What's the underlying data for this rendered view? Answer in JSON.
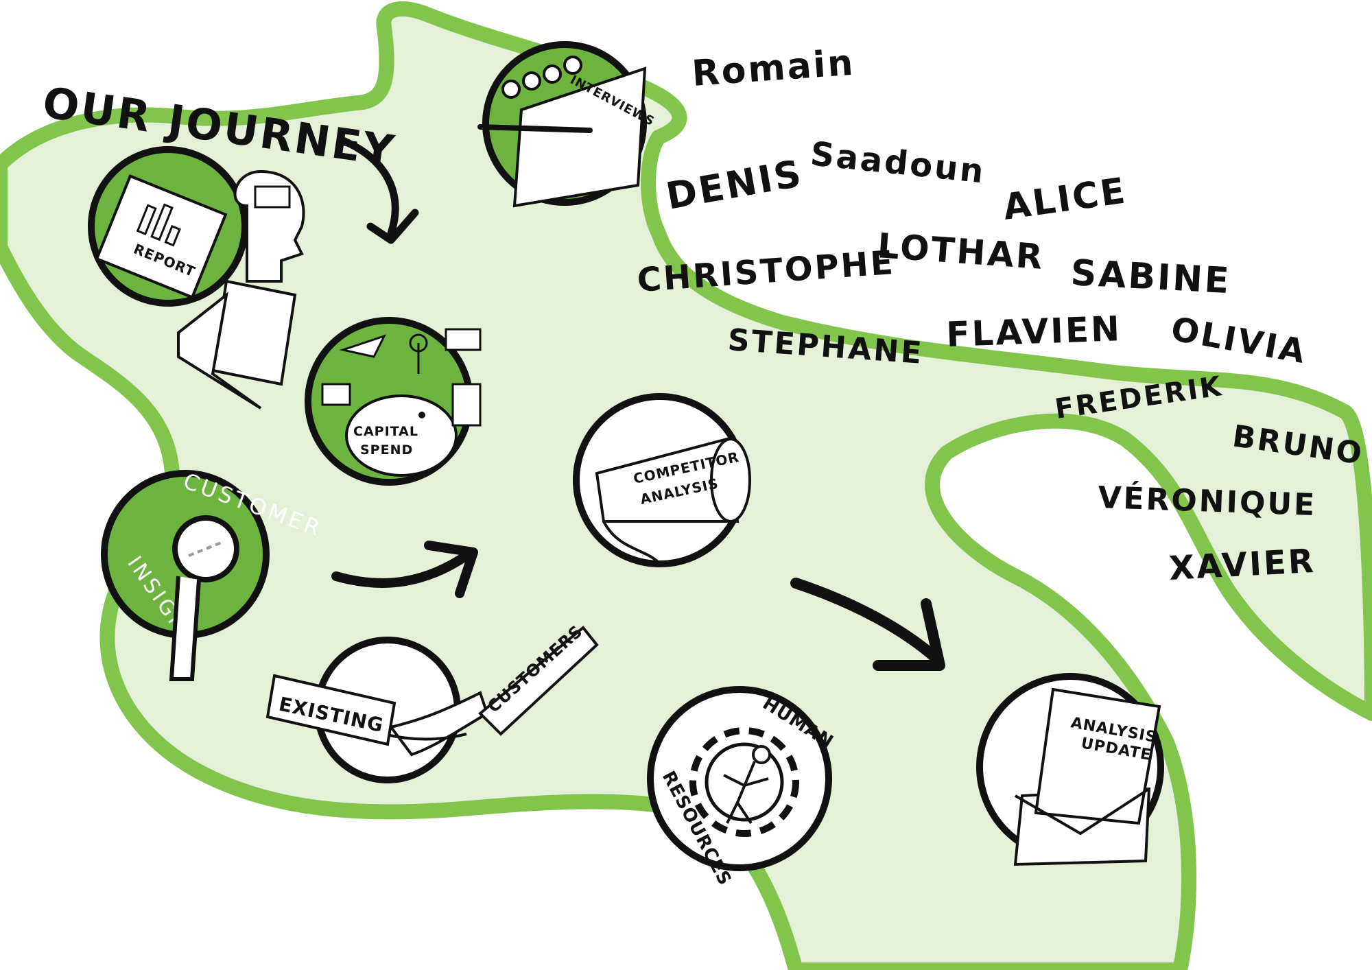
{
  "title": "OUR JOURNEY",
  "colors": {
    "path_fill": "#e3f0d6",
    "path_edge": "#7cc243",
    "accent_green": "#6db33f",
    "ink": "#111111",
    "paper": "#ffffff"
  },
  "steps": {
    "report": {
      "label": "REPORT",
      "icon": "report-notebook-icon"
    },
    "capital_spend": {
      "line1": "CAPITAL",
      "line2": "SPEND",
      "icon": "piggy-bank-icon"
    },
    "customer_insight": {
      "word1": "CUSTOMER",
      "word2": "INSIGHT",
      "icon": "magnifier-icon"
    },
    "existing_customers": {
      "left_banner": "EXISTING",
      "right_banner": "CUSTOMERS",
      "icon": "handshake-icon"
    },
    "interviews": {
      "label": "INTERVIEWS",
      "icon": "interviews-writing-icon"
    },
    "competitor_analysis": {
      "line1": "COMPETITOR",
      "line2": "ANALYSIS",
      "icon": "megaphone-icon"
    },
    "human_resources": {
      "word1": "HUMAN",
      "word2": "RESOURCES",
      "icon": "gear-person-icon"
    },
    "analysis_update": {
      "line1": "ANALYSIS",
      "line2": "UPDATE",
      "icon": "envelope-letter-icon"
    }
  },
  "names": [
    "Romain",
    "DENIS",
    "Saadoun",
    "ALICE",
    "CHRISTOPHE",
    "LOTHAR",
    "SABINE",
    "STEPHANE",
    "FLAVIEN",
    "OLIVIA",
    "FREDERIK",
    "BRUNO",
    "VÉRONIQUE",
    "XAVIER"
  ]
}
